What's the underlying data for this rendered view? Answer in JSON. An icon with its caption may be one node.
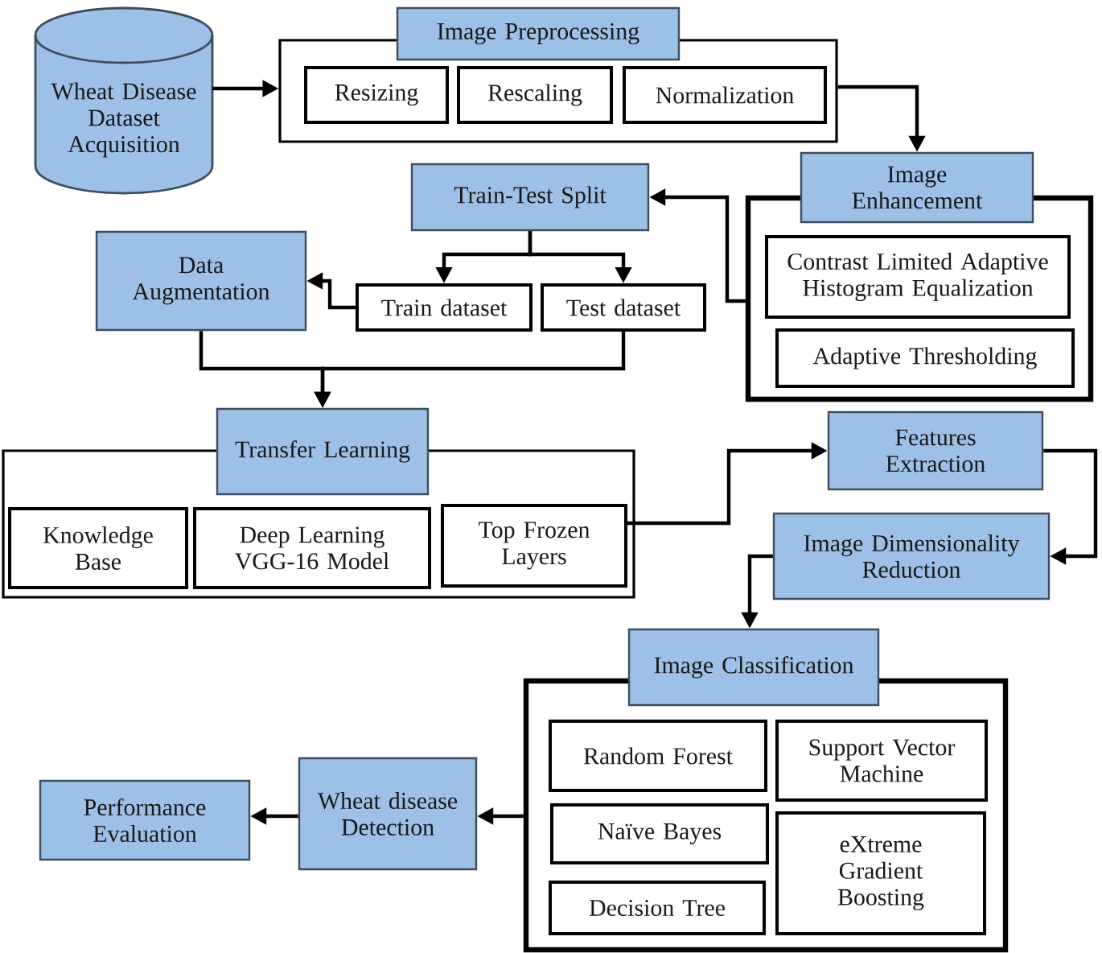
{
  "diagram": {
    "nodes": [
      {
        "text": [
          "Wheat Disease Dataset Acquisition"
        ]
      },
      {
        "text": [
          "Image Preprocessing"
        ]
      },
      {
        "text": [],
        "shape": "box"
      },
      {
        "text": [
          "Resizing"
        ],
        "in": 2
      },
      {
        "text": [
          "Rescaling"
        ],
        "in": 2
      },
      {
        "text": [
          "Normalization"
        ],
        "in": 2
      },
      {
        "text": [
          "Train-Test Split"
        ]
      },
      {
        "text": [
          "Image Enhancement"
        ]
      },
      {
        "text": [],
        "shape": "box"
      },
      {
        "text": [
          "Contrast Limited Adaptive Histogram Equalization"
        ],
        "in": 8
      },
      {
        "text": [
          "Adaptive Thresholding"
        ],
        "in": 8
      },
      {
        "text": [
          "Data Augmentation"
        ]
      },
      {
        "text": [
          "Train dataset"
        ]
      },
      {
        "text": [
          "Test dataset"
        ]
      },
      {
        "text": [
          "Transfer Learning"
        ]
      },
      {
        "text": [],
        "shape": "box"
      },
      {
        "text": [
          "Knowledge Base"
        ],
        "in": 15
      },
      {
        "text": [
          "Deep Learning VGG-16 Model"
        ],
        "in": 15
      },
      {
        "text": [
          "Top Frozen Layers"
        ],
        "in": 15
      },
      {
        "text": [
          "Features Extraction"
        ]
      },
      {
        "text": [
          "Image Dimensionality Reduction"
        ]
      },
      {
        "text": [
          "Image Classification"
        ]
      },
      {
        "text": [],
        "shape": "box"
      },
      {
        "text": [
          "Random Forest"
        ],
        "in": 22
      },
      {
        "text": [
          "Support Vector Machine"
        ],
        "in": 22
      },
      {
        "text": [
          "Naïve Bayes"
        ],
        "in": 22
      },
      {
        "text": [
          "eXtreme Gradient Boosting"
        ],
        "in": 22
      },
      {
        "text": [
          "Decision Tree"
        ],
        "in": 22
      },
      {
        "text": [
          "Performance Evaluation"
        ]
      },
      {
        "text": [
          "Wheat disease Detection"
        ]
      }
    ],
    "edges": [
      {
        "from": 0,
        "to": 2,
        "arrow": "to"
      },
      {
        "from": 2,
        "to": 7,
        "arrow": "to"
      },
      {
        "from": 8,
        "to": 6,
        "arrow": "to"
      },
      {
        "from": 6,
        "to": 12,
        "arrow": "to"
      },
      {
        "from": 6,
        "to": 13,
        "arrow": "to"
      },
      {
        "from": 12,
        "to": 11,
        "arrow": "to"
      },
      {
        "from": 11,
        "to": 14,
        "arrow": "to"
      },
      {
        "from": 13,
        "to": 14,
        "arrow": "to"
      },
      {
        "from": 18,
        "to": 19,
        "arrow": "to"
      },
      {
        "from": 19,
        "to": 20,
        "arrow": "to"
      },
      {
        "from": 20,
        "to": 21,
        "arrow": "to"
      },
      {
        "from": 22,
        "to": 29,
        "arrow": "to"
      },
      {
        "from": 29,
        "to": 28,
        "arrow": "to"
      }
    ]
  }
}
